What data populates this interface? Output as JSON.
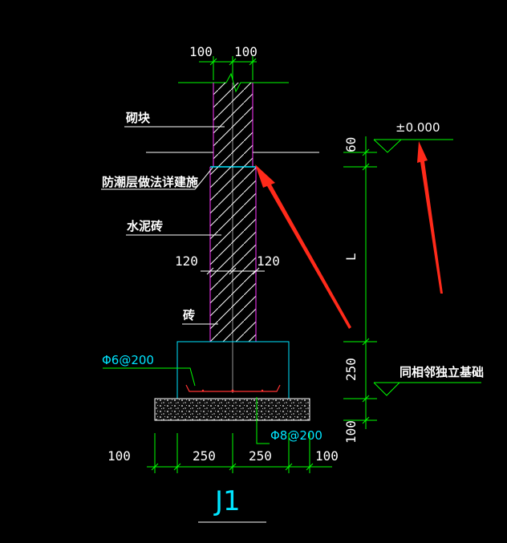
{
  "colors": {
    "background": "#000000",
    "dimension_line": "#00ff00",
    "wall_outline": "#ff33ff",
    "footing_outline": "#00e5ff",
    "hatch": "#ffffff",
    "arrow": "#ff2a1a"
  },
  "dimensions": {
    "top_left": "100",
    "top_right": "100",
    "mid_left": "120",
    "mid_right": "120",
    "bottom_1": "100",
    "bottom_2": "250",
    "bottom_3": "250",
    "bottom_4": "100",
    "right_top": "60",
    "right_mid": "L",
    "right_lower": "250",
    "right_bottom": "100"
  },
  "labels": {
    "block": "砌块",
    "damp_proof": "防潮层做法详建施",
    "cement_brick": "水泥砖",
    "brick": "砖",
    "elevation": "±0.000",
    "same_foundation": "同相邻独立基础",
    "rebar_top": "Φ6@200",
    "rebar_bottom": "Φ8@200"
  },
  "title": "J1"
}
